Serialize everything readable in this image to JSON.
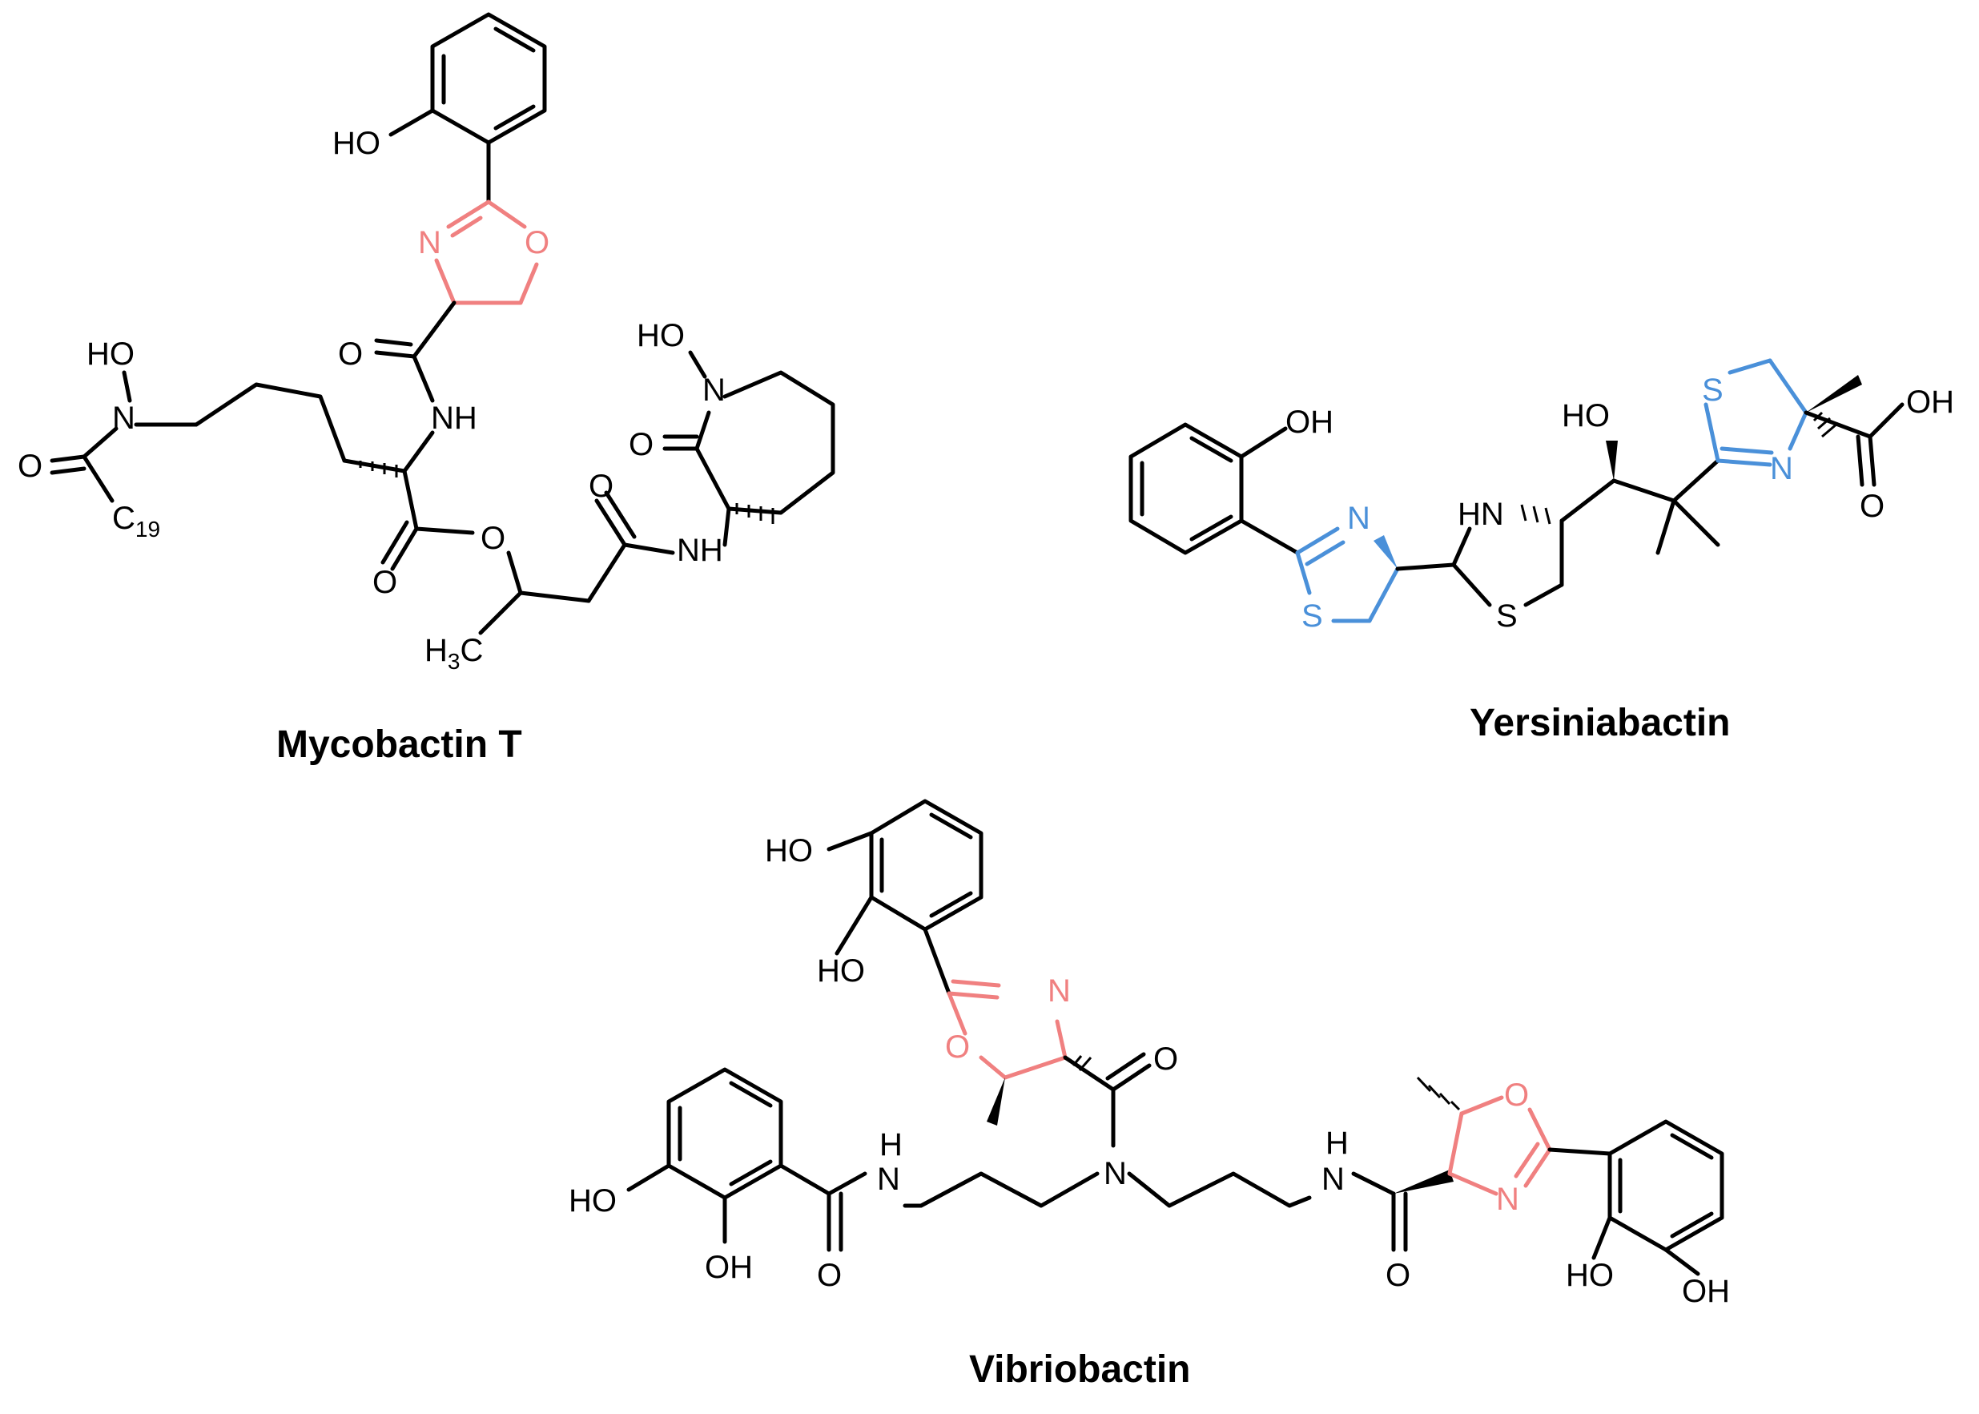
{
  "compounds": [
    {
      "name": "Mycobactin T"
    },
    {
      "name": "Yersiniabactin"
    },
    {
      "name": "Vibriobactin"
    }
  ],
  "atom_labels": {
    "ho": "HO",
    "oh": "OH",
    "n": "N",
    "o": "O",
    "s": "S",
    "nh": "NH",
    "hn": "HN",
    "h": "H",
    "c": "C",
    "c19_sub": "19",
    "h3c_h": "H",
    "h3c_3": "3",
    "h3c_c": "C"
  },
  "colors": {
    "oxazoline_highlight": "#f08080",
    "thiazoline_highlight": "#4a90d9",
    "bonds": "#000000"
  }
}
